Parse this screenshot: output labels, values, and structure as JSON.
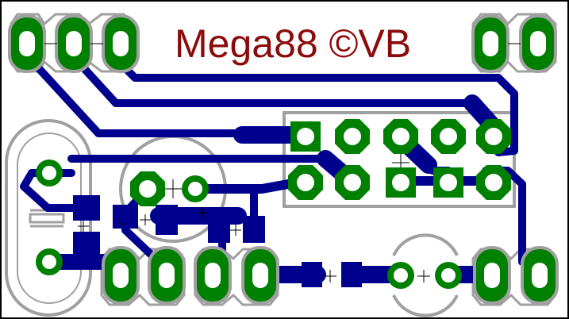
{
  "board": {
    "title": "Mega88 ©VB"
  },
  "colors": {
    "background": "#ffffff",
    "trace": "#00008f",
    "pad": "#008000",
    "pad_outline": "#a0a0a0",
    "silkscreen": "#a0a0a0",
    "title": "#8b0a0a",
    "border": "#000000"
  },
  "components": [
    {
      "name": "connector-top-left",
      "kind": "3-pin header"
    },
    {
      "name": "connector-top-right",
      "kind": "2-pin header"
    },
    {
      "name": "connector-bottom-left",
      "kind": "2-pin header"
    },
    {
      "name": "connector-bottom-middle",
      "kind": "2-pin header"
    },
    {
      "name": "connector-bottom-right",
      "kind": "2-pin header"
    },
    {
      "name": "isp-header",
      "kind": "2x5 header"
    },
    {
      "name": "crystal",
      "kind": "crystal"
    },
    {
      "name": "electrolytic-capacitor",
      "kind": "capacitor"
    },
    {
      "name": "led",
      "kind": "LED"
    }
  ]
}
